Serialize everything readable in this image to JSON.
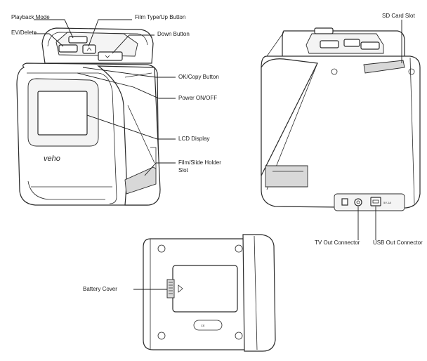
{
  "labels": {
    "playback_mode": "Playback Mode",
    "ev_delete": "EV/Delete",
    "film_type_up": "Film Type/Up Button",
    "down_button": "Down Button",
    "ok_copy": "OK/Copy Button",
    "power": "Power ON/OFF",
    "lcd_display": "LCD Display",
    "film_slide_line1": "Film/Slide Holder",
    "film_slide_line2": "Slot",
    "sd_card_slot": "SD Card Slot",
    "tv_out": "TV Out Connector",
    "usb_out": "USB Out Connector",
    "battery_cover": "Battery Cover"
  },
  "device": {
    "brand": "veho",
    "rear_port_text": "5V-1A",
    "bottom_marks": "CE"
  }
}
